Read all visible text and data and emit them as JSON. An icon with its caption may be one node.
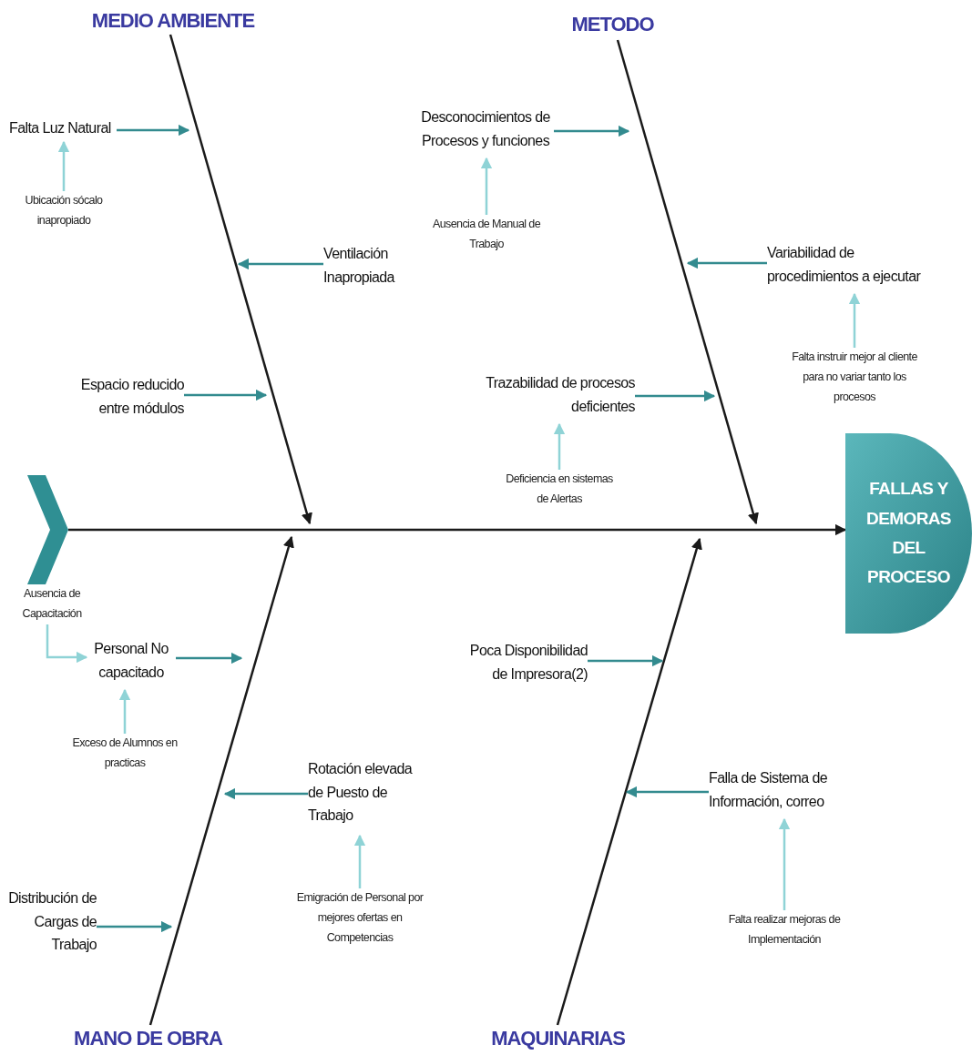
{
  "diagram": {
    "nodes": [
      {
        "text": [
          "MEDIO AMBIENTE"
        ]
      },
      {
        "text": [
          "METODO"
        ]
      },
      {
        "text": [
          "Falta Luz Natural"
        ]
      },
      {
        "text": [
          "Ubicación sócalo inapropiado"
        ]
      },
      {
        "text": [
          "Desconocimientos de Procesos y funciones"
        ]
      },
      {
        "text": [
          "Ausencia de Manual de Trabajo"
        ]
      },
      {
        "text": [
          "Ventilación Inapropiada"
        ]
      },
      {
        "text": [
          "Variabilidad de procedimientos a ejecutar"
        ]
      },
      {
        "text": [
          "Falta instruir mejor al cliente para no variar tanto los procesos"
        ]
      },
      {
        "text": [
          "Espacio reducido entre módulos"
        ]
      },
      {
        "text": [
          "Trazabilidad de procesos deficientes"
        ]
      },
      {
        "text": [
          "Deficiencia en sistemas de Alertas"
        ]
      },
      {
        "text": [],
        "shape": "chevron"
      },
      {
        "text": [
          "FALLAS Y DEMORAS DEL PROCESO"
        ]
      },
      {
        "text": [
          "Ausencia de Capacitación"
        ]
      },
      {
        "text": [
          "Personal No capacitado"
        ]
      },
      {
        "text": [
          "Poca Disponibilidad de Impresora(2)"
        ]
      },
      {
        "text": [
          "Exceso de Alumnos en practicas"
        ]
      },
      {
        "text": [
          "Rotación elevada de Puesto de Trabajo"
        ]
      },
      {
        "text": [
          "Falla de Sistema de Información, correo"
        ]
      },
      {
        "text": [
          "Emigración de Personal por mejores ofertas en Competencias"
        ]
      },
      {
        "text": [
          "Distribución de Cargas de Trabajo"
        ]
      },
      {
        "text": [
          "Falta realizar mejoras de Implementación"
        ]
      },
      {
        "text": [
          "MANO DE OBRA"
        ]
      },
      {
        "text": [
          "MAQUINARIAS"
        ]
      }
    ],
    "edges": [
      {
        "from": 12,
        "to": 13,
        "arrow": "to",
        "color": "#1a1a1a"
      },
      {
        "from": 0,
        "to": null,
        "arrow": "to",
        "color": "#1a1a1a"
      },
      {
        "from": 1,
        "to": null,
        "arrow": "to",
        "color": "#1a1a1a"
      },
      {
        "from": 23,
        "to": null,
        "arrow": "to",
        "color": "#1a1a1a"
      },
      {
        "from": 24,
        "to": null,
        "arrow": "to",
        "color": "#1a1a1a"
      },
      {
        "from": 2,
        "to": null,
        "arrow": "to"
      },
      {
        "from": 6,
        "to": null,
        "arrow": "to"
      },
      {
        "from": 9,
        "to": null,
        "arrow": "to"
      },
      {
        "from": 4,
        "to": null,
        "arrow": "to"
      },
      {
        "from": 7,
        "to": null,
        "arrow": "to"
      },
      {
        "from": 10,
        "to": null,
        "arrow": "to"
      },
      {
        "from": 15,
        "to": null,
        "arrow": "to"
      },
      {
        "from": 21,
        "to": null,
        "arrow": "to"
      },
      {
        "from": 18,
        "to": null,
        "arrow": "to"
      },
      {
        "from": 16,
        "to": null,
        "arrow": "to"
      },
      {
        "from": 19,
        "to": null,
        "arrow": "to"
      },
      {
        "from": 3,
        "to": 2,
        "arrow": "to",
        "color": "#8fd3d6"
      },
      {
        "from": 5,
        "to": 4,
        "arrow": "to",
        "color": "#8fd3d6"
      },
      {
        "from": 8,
        "to": 7,
        "arrow": "to",
        "color": "#8fd3d6"
      },
      {
        "from": 11,
        "to": 10,
        "arrow": "to",
        "color": "#8fd3d6"
      },
      {
        "from": 14,
        "to": 15,
        "arrow": "to",
        "color": "#8fd3d6"
      },
      {
        "from": 17,
        "to": 15,
        "arrow": "to",
        "color": "#8fd3d6"
      },
      {
        "from": 20,
        "to": 18,
        "arrow": "to",
        "color": "#8fd3d6"
      },
      {
        "from": 22,
        "to": 19,
        "arrow": "to",
        "color": "#8fd3d6"
      }
    ]
  }
}
